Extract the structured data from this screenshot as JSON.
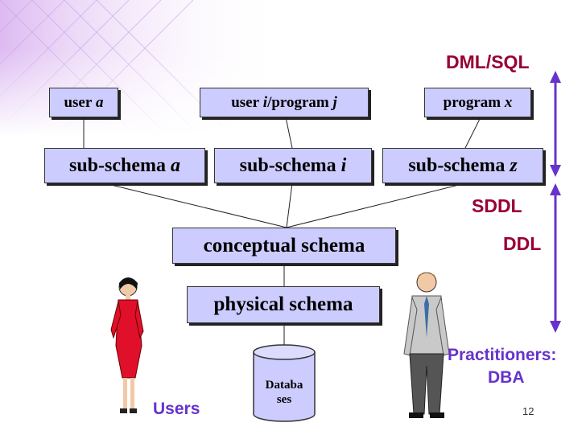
{
  "users": {
    "user_a": {
      "prefix": "user ",
      "var": "a"
    },
    "user_i": {
      "prefix": "user ",
      "var1": "i",
      "mid": "/program ",
      "var2": "j"
    },
    "program_x": {
      "prefix": "program ",
      "var": "x"
    }
  },
  "subschemas": {
    "a": {
      "prefix": "sub-schema ",
      "var": "a"
    },
    "i": {
      "prefix": "sub-schema ",
      "var": "i"
    },
    "z": {
      "prefix": "sub-schema ",
      "var": "z"
    }
  },
  "conceptual": "conceptual schema",
  "physical": "physical schema",
  "database": {
    "line1": "Databa",
    "line2": "ses"
  },
  "labels": {
    "dml": "DML/SQL",
    "sddl": "SDDL",
    "ddl": "DDL",
    "practitioners": "Practitioners:",
    "dba": "DBA",
    "users": "Users"
  },
  "page_number": "12",
  "colors": {
    "box": "#ccccff",
    "label_red": "#990033",
    "label_blue": "#6633cc",
    "arrow": "#6633cc"
  }
}
